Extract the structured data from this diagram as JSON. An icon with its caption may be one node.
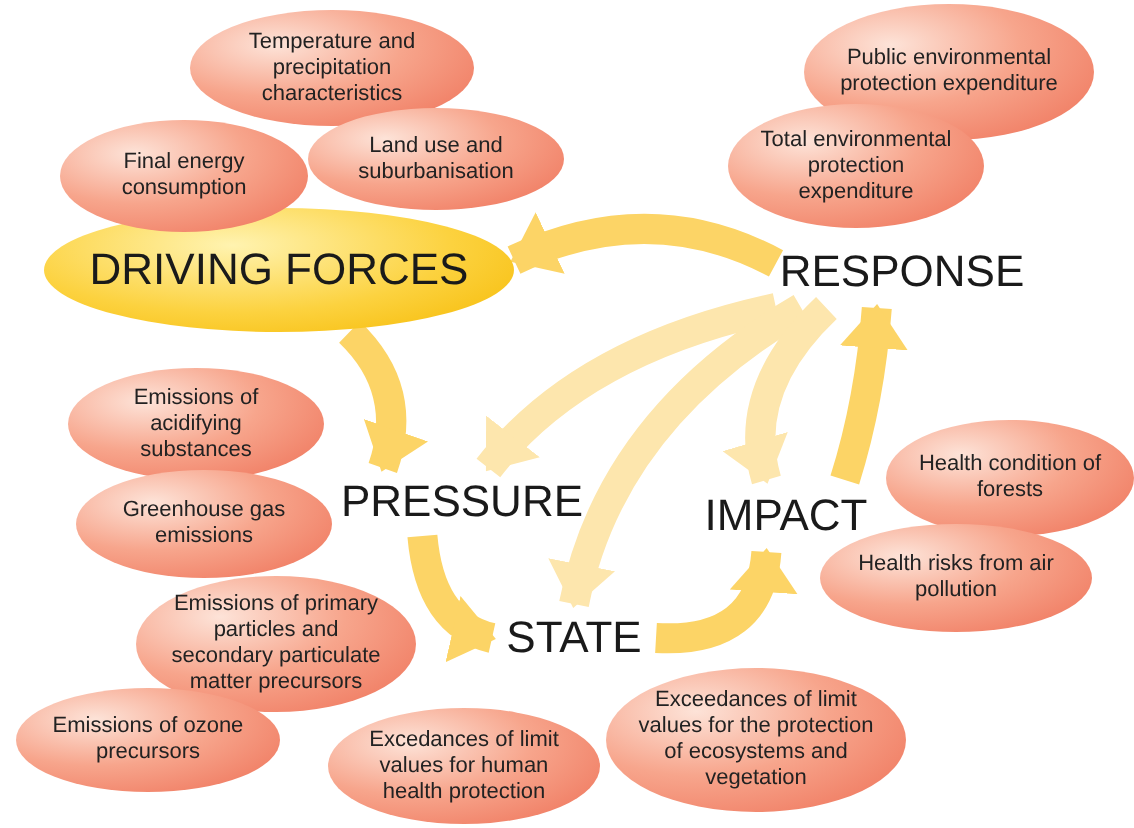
{
  "diagram": {
    "nodes": [
      {
        "text": [
          "DRIVING FORCES"
        ]
      },
      {
        "text": [
          "PRESSURE"
        ]
      },
      {
        "text": [
          "STATE"
        ]
      },
      {
        "text": [
          "IMPACT"
        ]
      },
      {
        "text": [
          "RESPONSE"
        ]
      },
      {
        "text": [
          "Temperature and precipitation characteristics"
        ]
      },
      {
        "text": [
          "Final energy consumption"
        ]
      },
      {
        "text": [
          "Land use and suburbanisation"
        ]
      },
      {
        "text": [
          "Public environmental protection expenditure"
        ]
      },
      {
        "text": [
          "Total environmental protection expenditure"
        ]
      },
      {
        "text": [
          "Emissions of acidifying substances"
        ]
      },
      {
        "text": [
          "Greenhouse gas emissions"
        ]
      },
      {
        "text": [
          "Health condition of forests"
        ]
      },
      {
        "text": [
          "Health risks from air pollution"
        ]
      },
      {
        "text": [
          "Emissions of primary particles and secondary particulate matter precursors"
        ]
      },
      {
        "text": [
          "Emissions of ozone precursors"
        ]
      },
      {
        "text": [
          "Excedances of limit values for human health protection"
        ]
      },
      {
        "text": [
          "Exceedances of limit values for the protection of ecosystems and vegetation"
        ]
      }
    ],
    "edges": [
      {
        "from": 4,
        "to": 0,
        "arrow": "to"
      },
      {
        "from": 0,
        "to": 1,
        "arrow": "to"
      },
      {
        "from": 1,
        "to": 2,
        "arrow": "to"
      },
      {
        "from": 2,
        "to": 3,
        "arrow": "to"
      },
      {
        "from": 3,
        "to": 4,
        "arrow": "to"
      },
      {
        "from": 4,
        "to": 1,
        "arrow": "to",
        "color": "#fde6ad"
      },
      {
        "from": 4,
        "to": 2,
        "arrow": "to",
        "color": "#fde6ad"
      },
      {
        "from": 4,
        "to": 3,
        "arrow": "to",
        "color": "#fde6ad"
      }
    ]
  }
}
